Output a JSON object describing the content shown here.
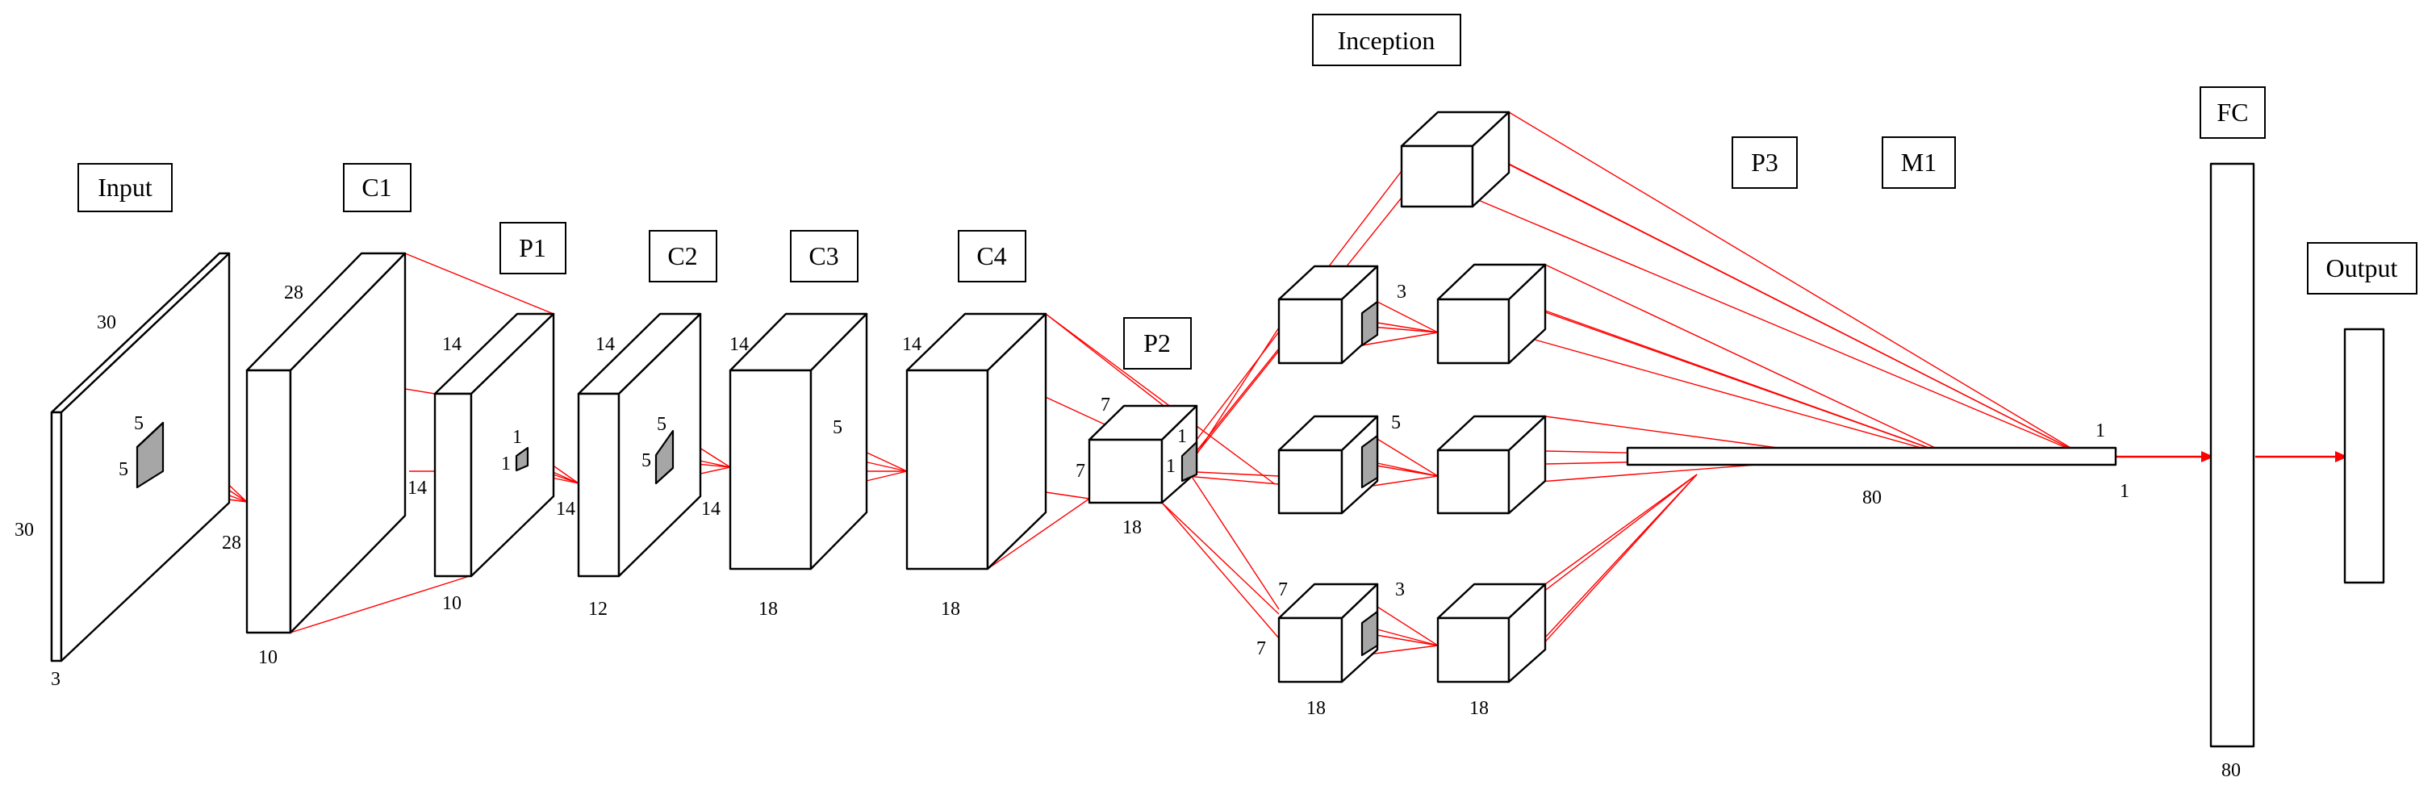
{
  "labels": {
    "input": "Input",
    "c1": "C1",
    "p1": "P1",
    "c2": "C2",
    "c3": "C3",
    "c4": "C4",
    "p2": "P2",
    "inception": "Inception",
    "p3": "P3",
    "m1": "M1",
    "fc": "FC",
    "output": "Output"
  },
  "dims": {
    "input_w": "30",
    "input_h": "30",
    "input_d": "3",
    "input_k1": "5",
    "input_k2": "5",
    "c1_h": "28",
    "c1_w": "28",
    "c1_d": "10",
    "p1_h": "14",
    "p1_w": "14",
    "p1_d": "10",
    "p1_k1": "1",
    "p1_k2": "1",
    "p1_side": "14",
    "c2_h": "14",
    "c2_w": "14",
    "c2_d": "12",
    "c2_k1": "5",
    "c2_k2": "5",
    "c3_h": "14",
    "c3_d": "18",
    "c3_k": "5",
    "c4_h": "14",
    "c4_d": "18",
    "p2_w": "7",
    "p2_h": "7",
    "p2_d": "18",
    "p2_k1": "1",
    "p2_k2": "1",
    "inc_k3": "3",
    "inc_k5": "5",
    "inc_k3b": "3",
    "inc_w": "7",
    "inc_h": "7",
    "inc_d1": "18",
    "inc_d2": "18",
    "m1_w": "1",
    "m1_len": "80",
    "m1_h": "1",
    "fc_len": "80"
  }
}
